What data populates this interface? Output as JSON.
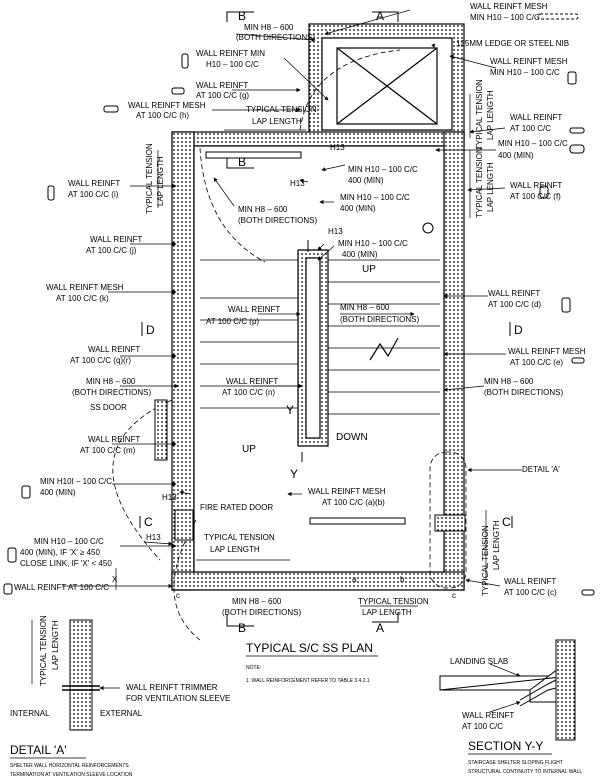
{
  "plan_title": "TYPICAL S/C SS PLAN",
  "note_heading": "NOTE:",
  "note_text": "1. WALL REINFORCEMENT REFER TO TABLE 3.4.2.1",
  "section_markers": {
    "a": "A",
    "b": "B",
    "c": "C",
    "d": "D",
    "y": "Y"
  },
  "labels": {
    "wall_mesh_top": "WALL REINFT MESH",
    "wall_mesh_top_2": "MIN H10 – 100 C/C",
    "h8_top": "MIN H8 – 600",
    "h8_top_2": "(BOTH DIRECTIONS)",
    "wall_min_h10": "WALL REINFT MIN",
    "wall_min_h10_2": "H10 – 100 C/C",
    "ledge": "125MM LEDGE OR STEEL NIB",
    "mesh_right": "WALL REINFT MESH",
    "mesh_right_2": "MIN H10 – 100 C/C",
    "reinft_g": "WALL REINFT",
    "reinft_g_2": "AT 100 C/C (g)",
    "mesh_h": "WALL REINFT MESH",
    "mesh_h_2": "AT 100 C/C (h)",
    "tension_top": "TYPICAL TENSION",
    "lap_top": "LAP LENGTH",
    "reinft_right_top": "WALL REINFT",
    "reinft_right_top_2": "AT 100 C/C",
    "h10_400_right": "MIN H10 – 100 C/C",
    "h10_400_right_2": "400 (MIN)",
    "h13_a": "H13",
    "h10_400_mid": "MIN H10 – 100 C/C",
    "h10_400_mid_2": "400 (MIN)",
    "h13_b": "H13",
    "h10_400_mid3": "MIN H10 – 100 C/C",
    "h10_400_mid3_2": "400 (MIN)",
    "reinft_i": "WALL REINFT",
    "reinft_i_2": "AT 100 C/C (i)",
    "reinft_f": "WALL REINFT",
    "reinft_f_2": "AT 100 C/C (f)",
    "h8_mid": "MIN H8 – 600",
    "h8_mid_2": "(BOTH DIRECTIONS)",
    "h13_c": "H13",
    "h10_400_stair": "MIN H10 – 100 C/C",
    "h10_400_stair_2": "400 (MIN)",
    "reinft_j": "WALL REINFT",
    "reinft_j_2": "AT 100 C/C (j)",
    "up_top": "UP",
    "mesh_k": "WALL REINFT MESH",
    "mesh_k_2": "AT 100 C/C (k)",
    "reinft_d": "WALL REINFT",
    "reinft_d_2": "AT 100 C/C (d)",
    "reinft_p": "WALL REINFT",
    "reinft_p_2": "AT 100 C/C (p)",
    "h8_p": "MIN H8 – 600",
    "h8_p_2": "(BOTH DIRECTIONS)",
    "reinft_qr": "WALL REINFT",
    "reinft_qr_2": "AT 100 C/C (q)(r)",
    "mesh_e": "WALL REINFT MESH",
    "mesh_e_2": "AT 100 C/C (e)",
    "h8_left": "MIN H8 – 600",
    "h8_left_2": "(BOTH DIRECTIONS)",
    "reinft_n": "WALL REINFT",
    "reinft_n_2": "AT 100 C/C (n)",
    "h8_right": "MIN H8 – 600",
    "h8_right_2": "(BOTH DIRECTIONS)",
    "ss_door": "SS DOOR",
    "reinft_m": "WALL REINFT",
    "reinft_m_2": "AT 100 C/C (m)",
    "up_bottom": "UP",
    "down": "DOWN",
    "detail_a_ref": "DETAIL 'A'",
    "h10i_left": "MIN H10I – 100 C/C",
    "h10i_left_2": "400 (MIN)",
    "h13_d": "H13",
    "fire_door": "FIRE RATED DOOR",
    "mesh_ab": "WALL REINFT MESH",
    "mesh_ab_2": "AT 100 C/C (a)(b)",
    "h10_cond": "MIN H10 – 100 C/C",
    "h10_cond_2": "400 (MIN), IF 'X' ≥ 450",
    "h10_cond_3": "CLOSE LINK, IF 'X' < 450",
    "h13_e": "H13",
    "tension_bot_left": "TYPICAL TENSION",
    "lap_bot_left": "LAP LENGTH",
    "reinft_left_bot": "WALL REINFT AT 100 C/C",
    "reinft_c": "WALL REINFT",
    "reinft_c_2": "AT 100 C/C (c)",
    "tension_right": "TYPICAL TENSION",
    "lap_right": "LAP LENGTH",
    "h8_bottom": "MIN H8 – 600",
    "h8_bottom_2": "(BOTH DIRECTIONS)",
    "tension_bot": "TYPICAL TENSION",
    "lap_bot": "LAP LENGTH",
    "x_mark": "X",
    "a_small": "a",
    "b_small": "b",
    "c_small": "c"
  },
  "detail_a": {
    "tension": "TYPICAL TENSION",
    "lap": "LAP LENGTH",
    "trimmer": "WALL REINFT TRIMMER",
    "trimmer_2": "FOR VENTILATION SLEEVE",
    "internal": "INTERNAL",
    "external": "EXTERNAL",
    "title": "DETAIL 'A'",
    "sub_1": "SHELTER WALL HORIZONTAL REINFORCEMENTS",
    "sub_2": "TERMINATION AT VENTILATION SLEEVE LOCATION"
  },
  "section_yy": {
    "landing": "LANDING SLAB",
    "reinft": "WALL REINFT",
    "reinft_2": "AT 100 C/C",
    "title": "SECTION Y-Y",
    "sub_1": "STAIRCASE SHELTER SLOPING FLIGHT",
    "sub_2": "STRUCTURAL CONTINUITY TO INTERNAL WALL"
  }
}
